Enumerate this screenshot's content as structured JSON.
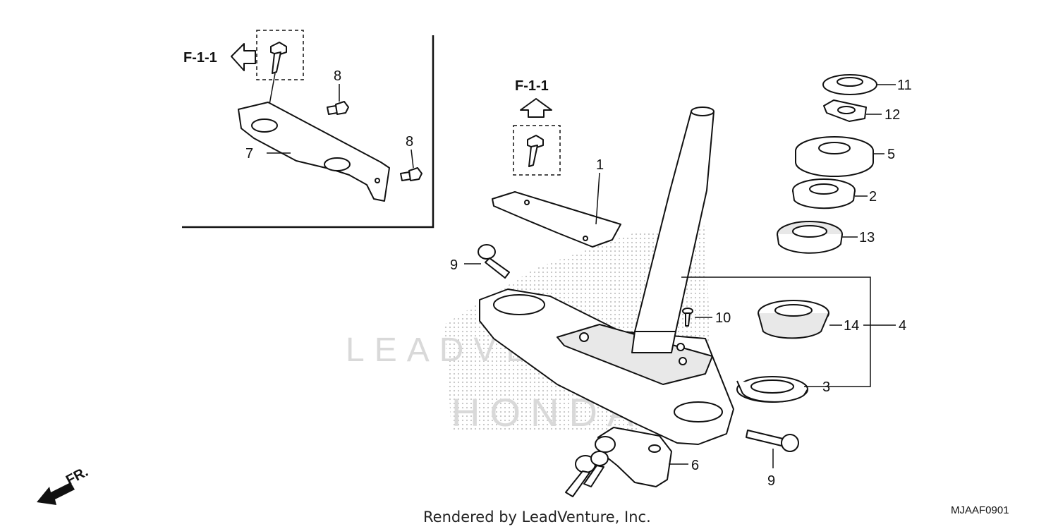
{
  "callouts": {
    "p1": "1",
    "p2": "2",
    "p3": "3",
    "p4": "4",
    "p5": "5",
    "p6": "6",
    "p7": "7",
    "p8a": "8",
    "p8b": "8",
    "p9a": "9",
    "p9b": "9",
    "p10": "10",
    "p11": "11",
    "p12": "12",
    "p13": "13",
    "p14": "14"
  },
  "references": {
    "ref_left": "F-1-1",
    "ref_center": "F-1-1"
  },
  "direction_label": "FR.",
  "watermark": {
    "line1": "LEADVENTURE",
    "line2": "HONDA"
  },
  "footer": {
    "credit": "Rendered by LeadVenture, Inc.",
    "code": "MJAAF0901"
  }
}
